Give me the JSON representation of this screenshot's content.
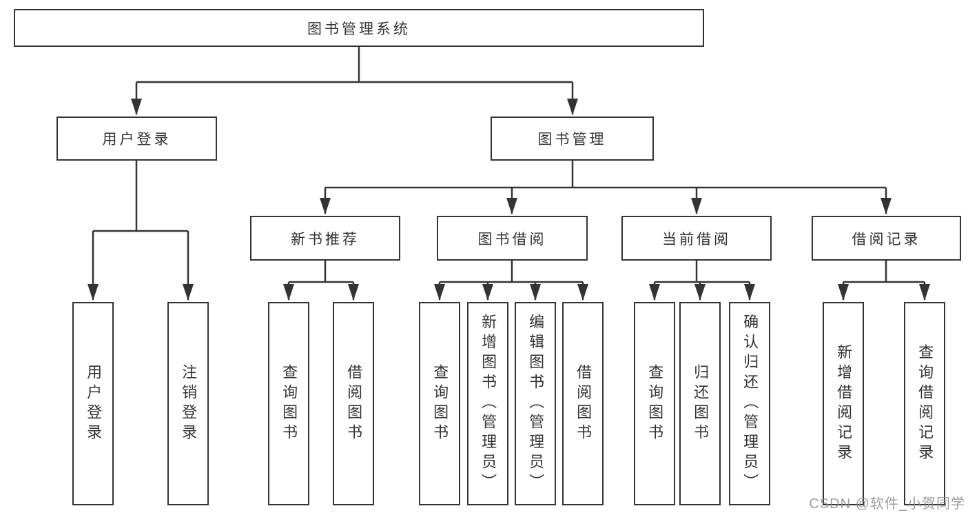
{
  "style": {
    "line_color": "#333333",
    "box_border_color": "#333333",
    "text_color": "#333333",
    "background_color": "#ffffff",
    "watermark_color": "#8c8c8c"
  },
  "tree": {
    "root": "图书管理系统",
    "branches": [
      {
        "label": "用户登录",
        "children": [
          "用户登录",
          "注销登录"
        ]
      },
      {
        "label": "图书管理",
        "groups": [
          {
            "label": "新书推荐",
            "children": [
              "查询图书",
              "借阅图书"
            ]
          },
          {
            "label": "图书借阅",
            "children": [
              "查询图书",
              "新增图书（管理员）",
              "编辑图书（管理员）",
              "借阅图书"
            ]
          },
          {
            "label": "当前借阅",
            "children": [
              "查询图书",
              "归还图书",
              "确认归还（管理员）"
            ]
          },
          {
            "label": "借阅记录",
            "children": [
              "新增借阅记录",
              "查询借阅记录"
            ]
          }
        ]
      }
    ]
  },
  "watermark": {
    "text": "CSDN @软件_小贺同学"
  }
}
